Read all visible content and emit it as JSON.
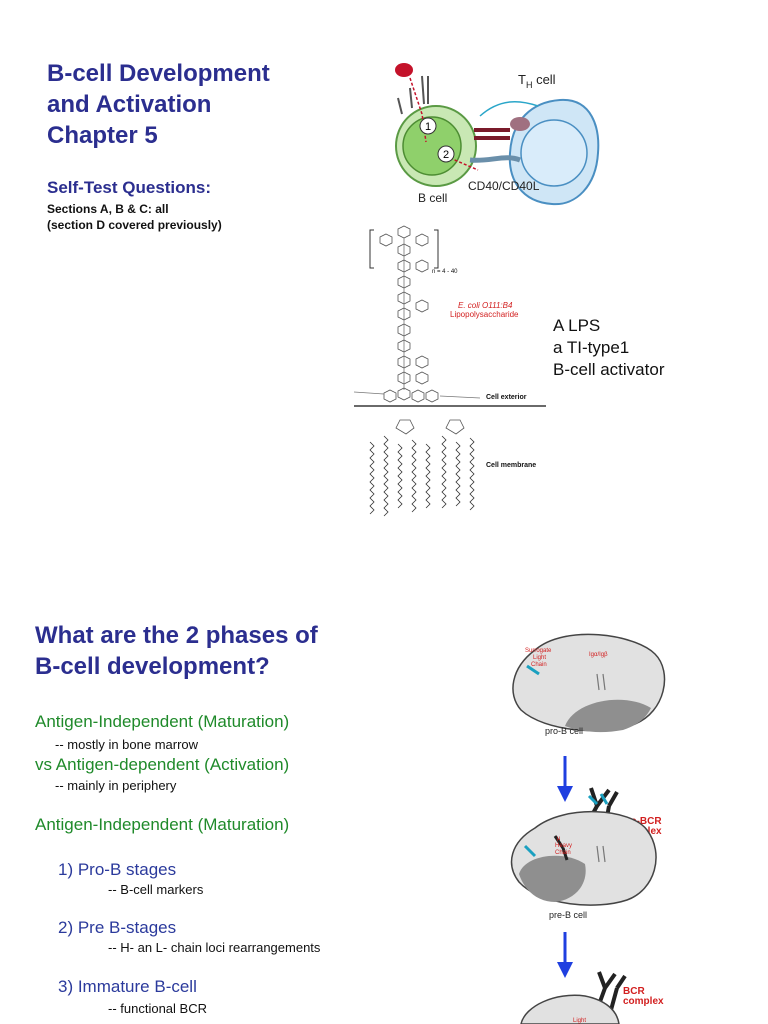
{
  "slide1": {
    "title_lines": [
      "B-cell Development",
      "and Activation",
      "Chapter 5"
    ],
    "self_test": "Self-Test Questions:",
    "sections": "Sections A, B & C: all",
    "section_d": "(section D covered previously)",
    "diagram": {
      "th_cell": "T",
      "th_sub": "H",
      "th_suffix": " cell",
      "b_cell": "B cell",
      "cd40": "CD40/CD40L",
      "step1": "1",
      "step2": "2"
    },
    "lps": {
      "n_label": "n = 4 - 40",
      "ecoli": "E. coli O111:B4",
      "lipopoly": "Lipopolysaccharide",
      "cell_exterior": "Cell exterior",
      "cell_membrane": "Cell membrane",
      "caption_lines": [
        "A  LPS",
        "a TI-type1",
        "B-cell activator"
      ]
    }
  },
  "slide2": {
    "title_lines": [
      "What are the 2 phases of",
      "B-cell development?"
    ],
    "phase1": "Antigen-Independent (Maturation)",
    "phase1_sub": "-- mostly in bone marrow",
    "phase2": "vs  Antigen-dependent (Activation)",
    "phase2_sub": "-- mainly in periphery",
    "phase1_repeat": "Antigen-Independent (Maturation)",
    "stages": [
      {
        "label": "1) Pro-B stages",
        "sub": "-- B-cell markers"
      },
      {
        "label": "2) Pre B-stages",
        "sub": "-- H- an L- chain loci rearrangements"
      },
      {
        "label": "3) Immature B-cell",
        "sub": "-- functional BCR"
      }
    ],
    "cells": {
      "surrogate": [
        "Surrogate",
        "Light",
        "Chain"
      ],
      "igab": "Igα/Igβ",
      "pro_b": "pro-B cell",
      "pre_bcr": [
        "pre-BCR",
        "complex"
      ],
      "mu_heavy": [
        "μ",
        "Heavy",
        "Chain"
      ],
      "pre_b": "pre-B cell",
      "bcr": [
        "BCR",
        "complex"
      ],
      "light": "Light"
    }
  },
  "colors": {
    "navy": "#2b2e8f",
    "green": "#1f8a2a",
    "red": "#d21f1f",
    "arrow": "#1f3fe0"
  }
}
